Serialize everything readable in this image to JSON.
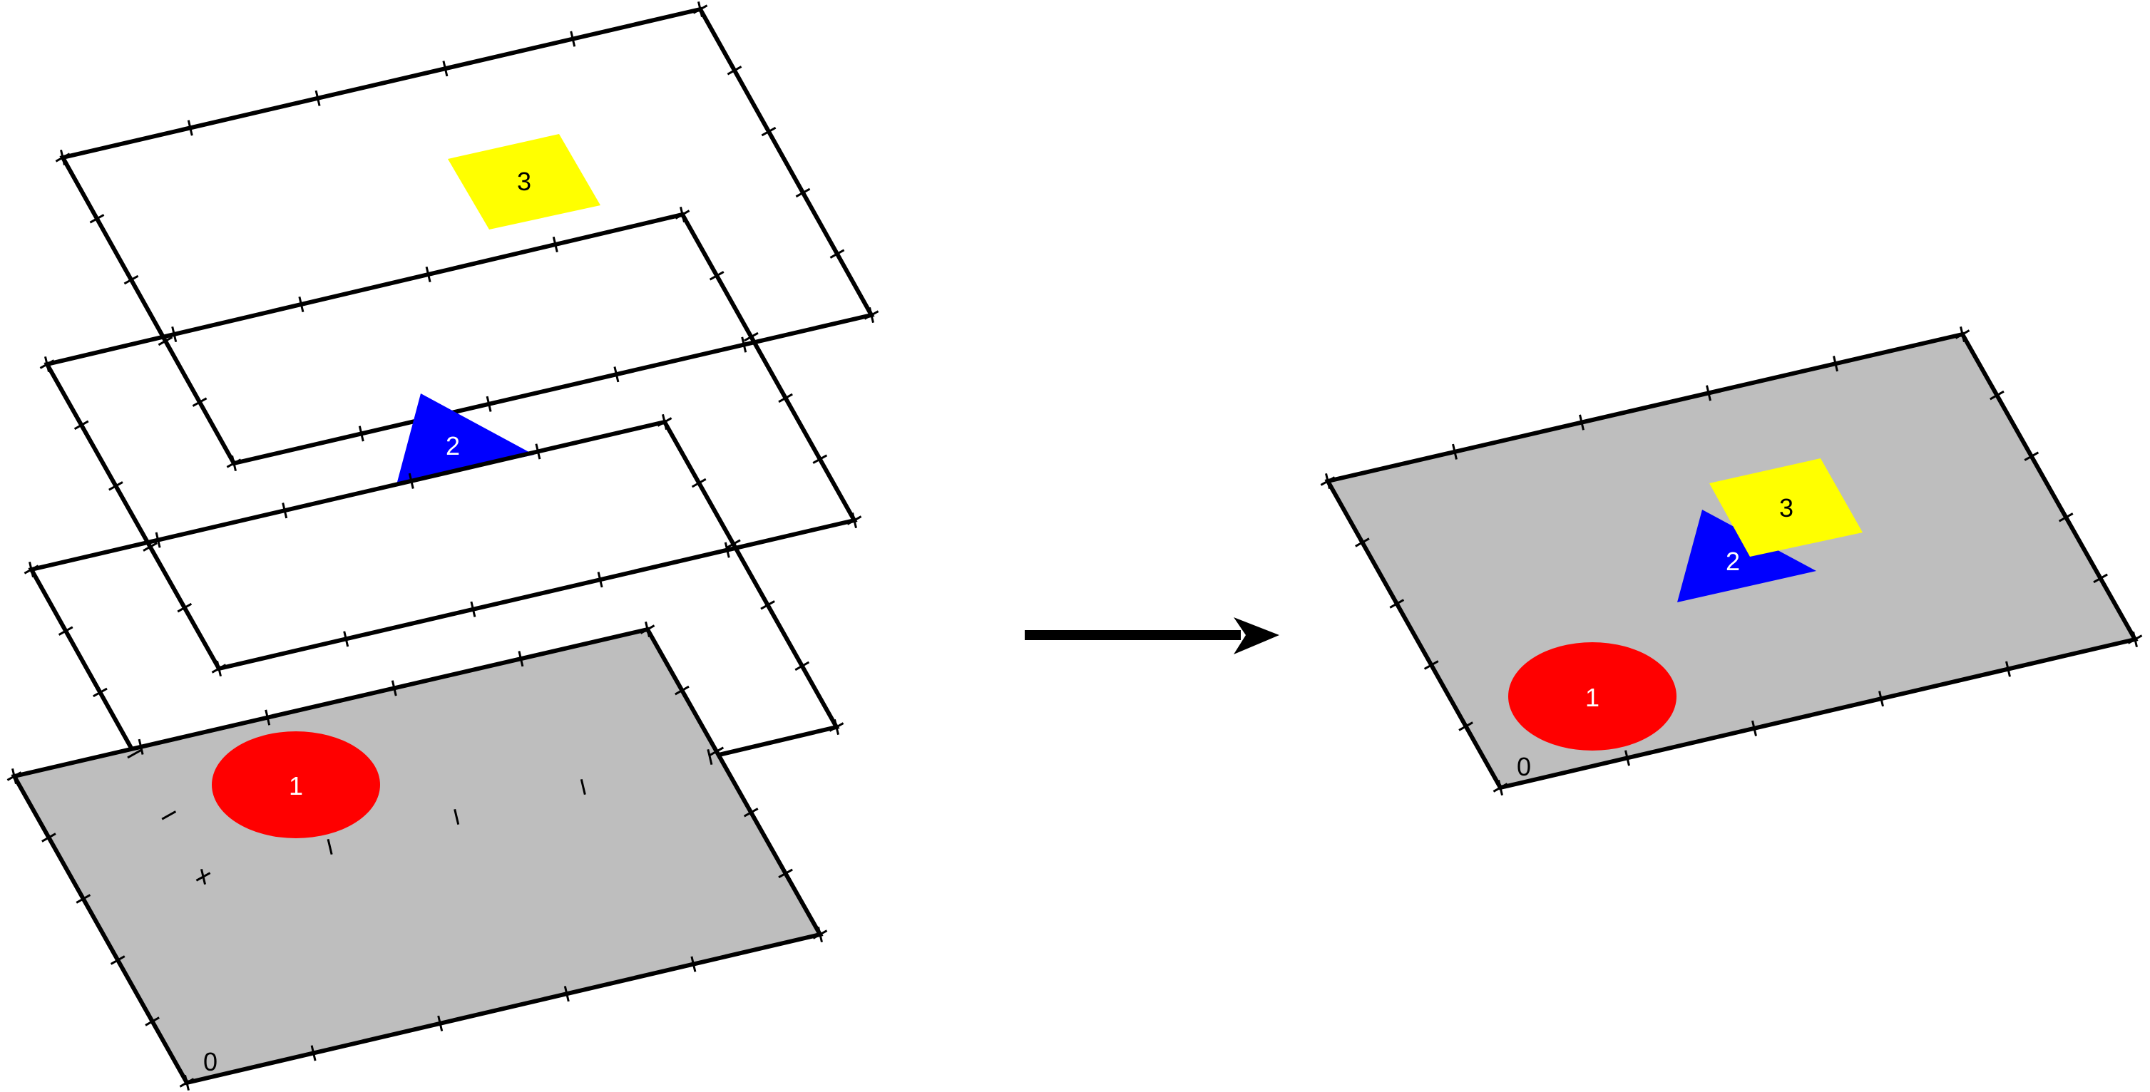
{
  "layers_stack": {
    "layers": [
      {
        "id": "layer-3",
        "shape": "square",
        "label": "3",
        "fill_color": "#ffff00",
        "label_color": "#000000"
      },
      {
        "id": "layer-2",
        "shape": "triangle",
        "label": "2",
        "fill_color": "#0000ff",
        "label_color": "#ffffff"
      },
      {
        "id": "layer-empty",
        "shape": "none"
      },
      {
        "id": "layer-1",
        "shape": "circle",
        "label": "1",
        "fill_color": "#ff0000",
        "label_color": "#ffffff"
      }
    ],
    "base_fill": "#bebebe",
    "corner_label": "0"
  },
  "merged": {
    "corner_label": "0",
    "items": [
      {
        "shape": "circle",
        "label": "1",
        "fill_color": "#ff0000",
        "label_color": "#ffffff"
      },
      {
        "shape": "triangle",
        "label": "2",
        "fill_color": "#0000ff",
        "label_color": "#ffffff"
      },
      {
        "shape": "square",
        "label": "3",
        "fill_color": "#ffff00",
        "label_color": "#000000"
      }
    ]
  },
  "arrow_color": "#000000"
}
